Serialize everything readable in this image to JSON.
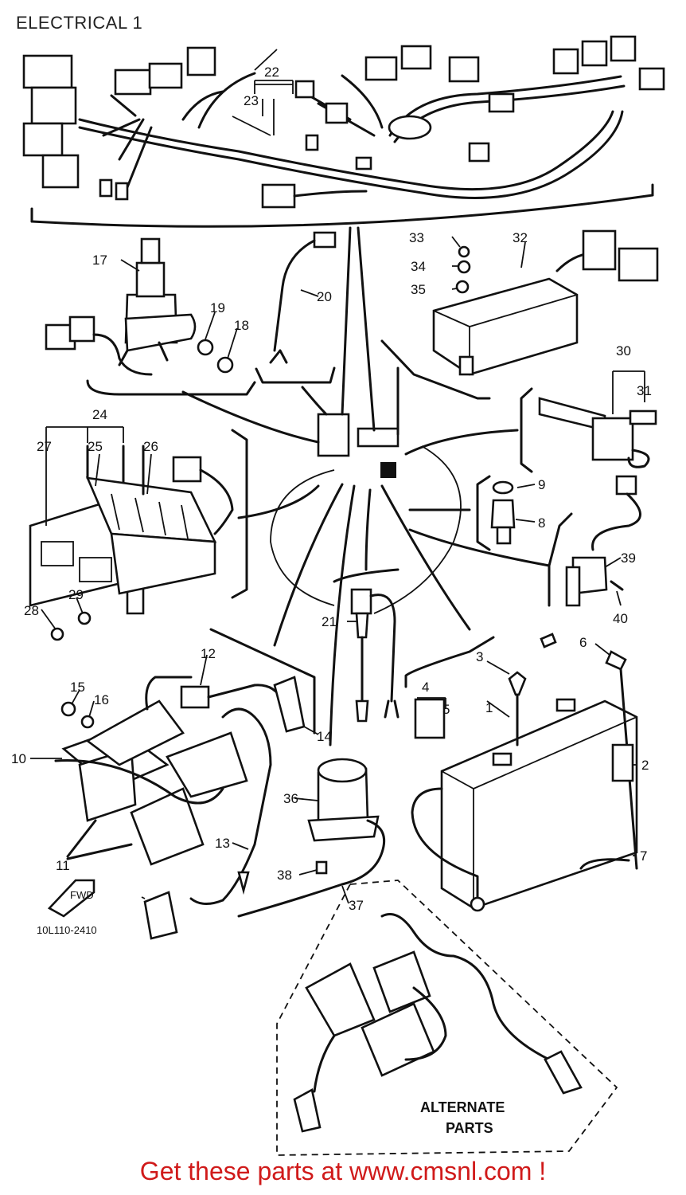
{
  "header": {
    "title": "ELECTRICAL 1"
  },
  "diagram": {
    "callouts": [
      "1",
      "2",
      "3",
      "4",
      "5",
      "6",
      "7",
      "8",
      "9",
      "10",
      "11",
      "12",
      "13",
      "14",
      "15",
      "16",
      "17",
      "18",
      "19",
      "20",
      "21",
      "22",
      "23",
      "24",
      "25",
      "26",
      "27",
      "28",
      "29",
      "30",
      "31",
      "32",
      "33",
      "34",
      "35",
      "36",
      "37",
      "38",
      "39",
      "40"
    ],
    "drawing_code": "10L110-2410",
    "alternate_label_line1": "ALTERNATE",
    "alternate_label_line2": "PARTS",
    "direction_mark": "FWD"
  },
  "footer": {
    "text": "Get these parts at www.cmsnl.com !",
    "color": "#d01a1a"
  }
}
